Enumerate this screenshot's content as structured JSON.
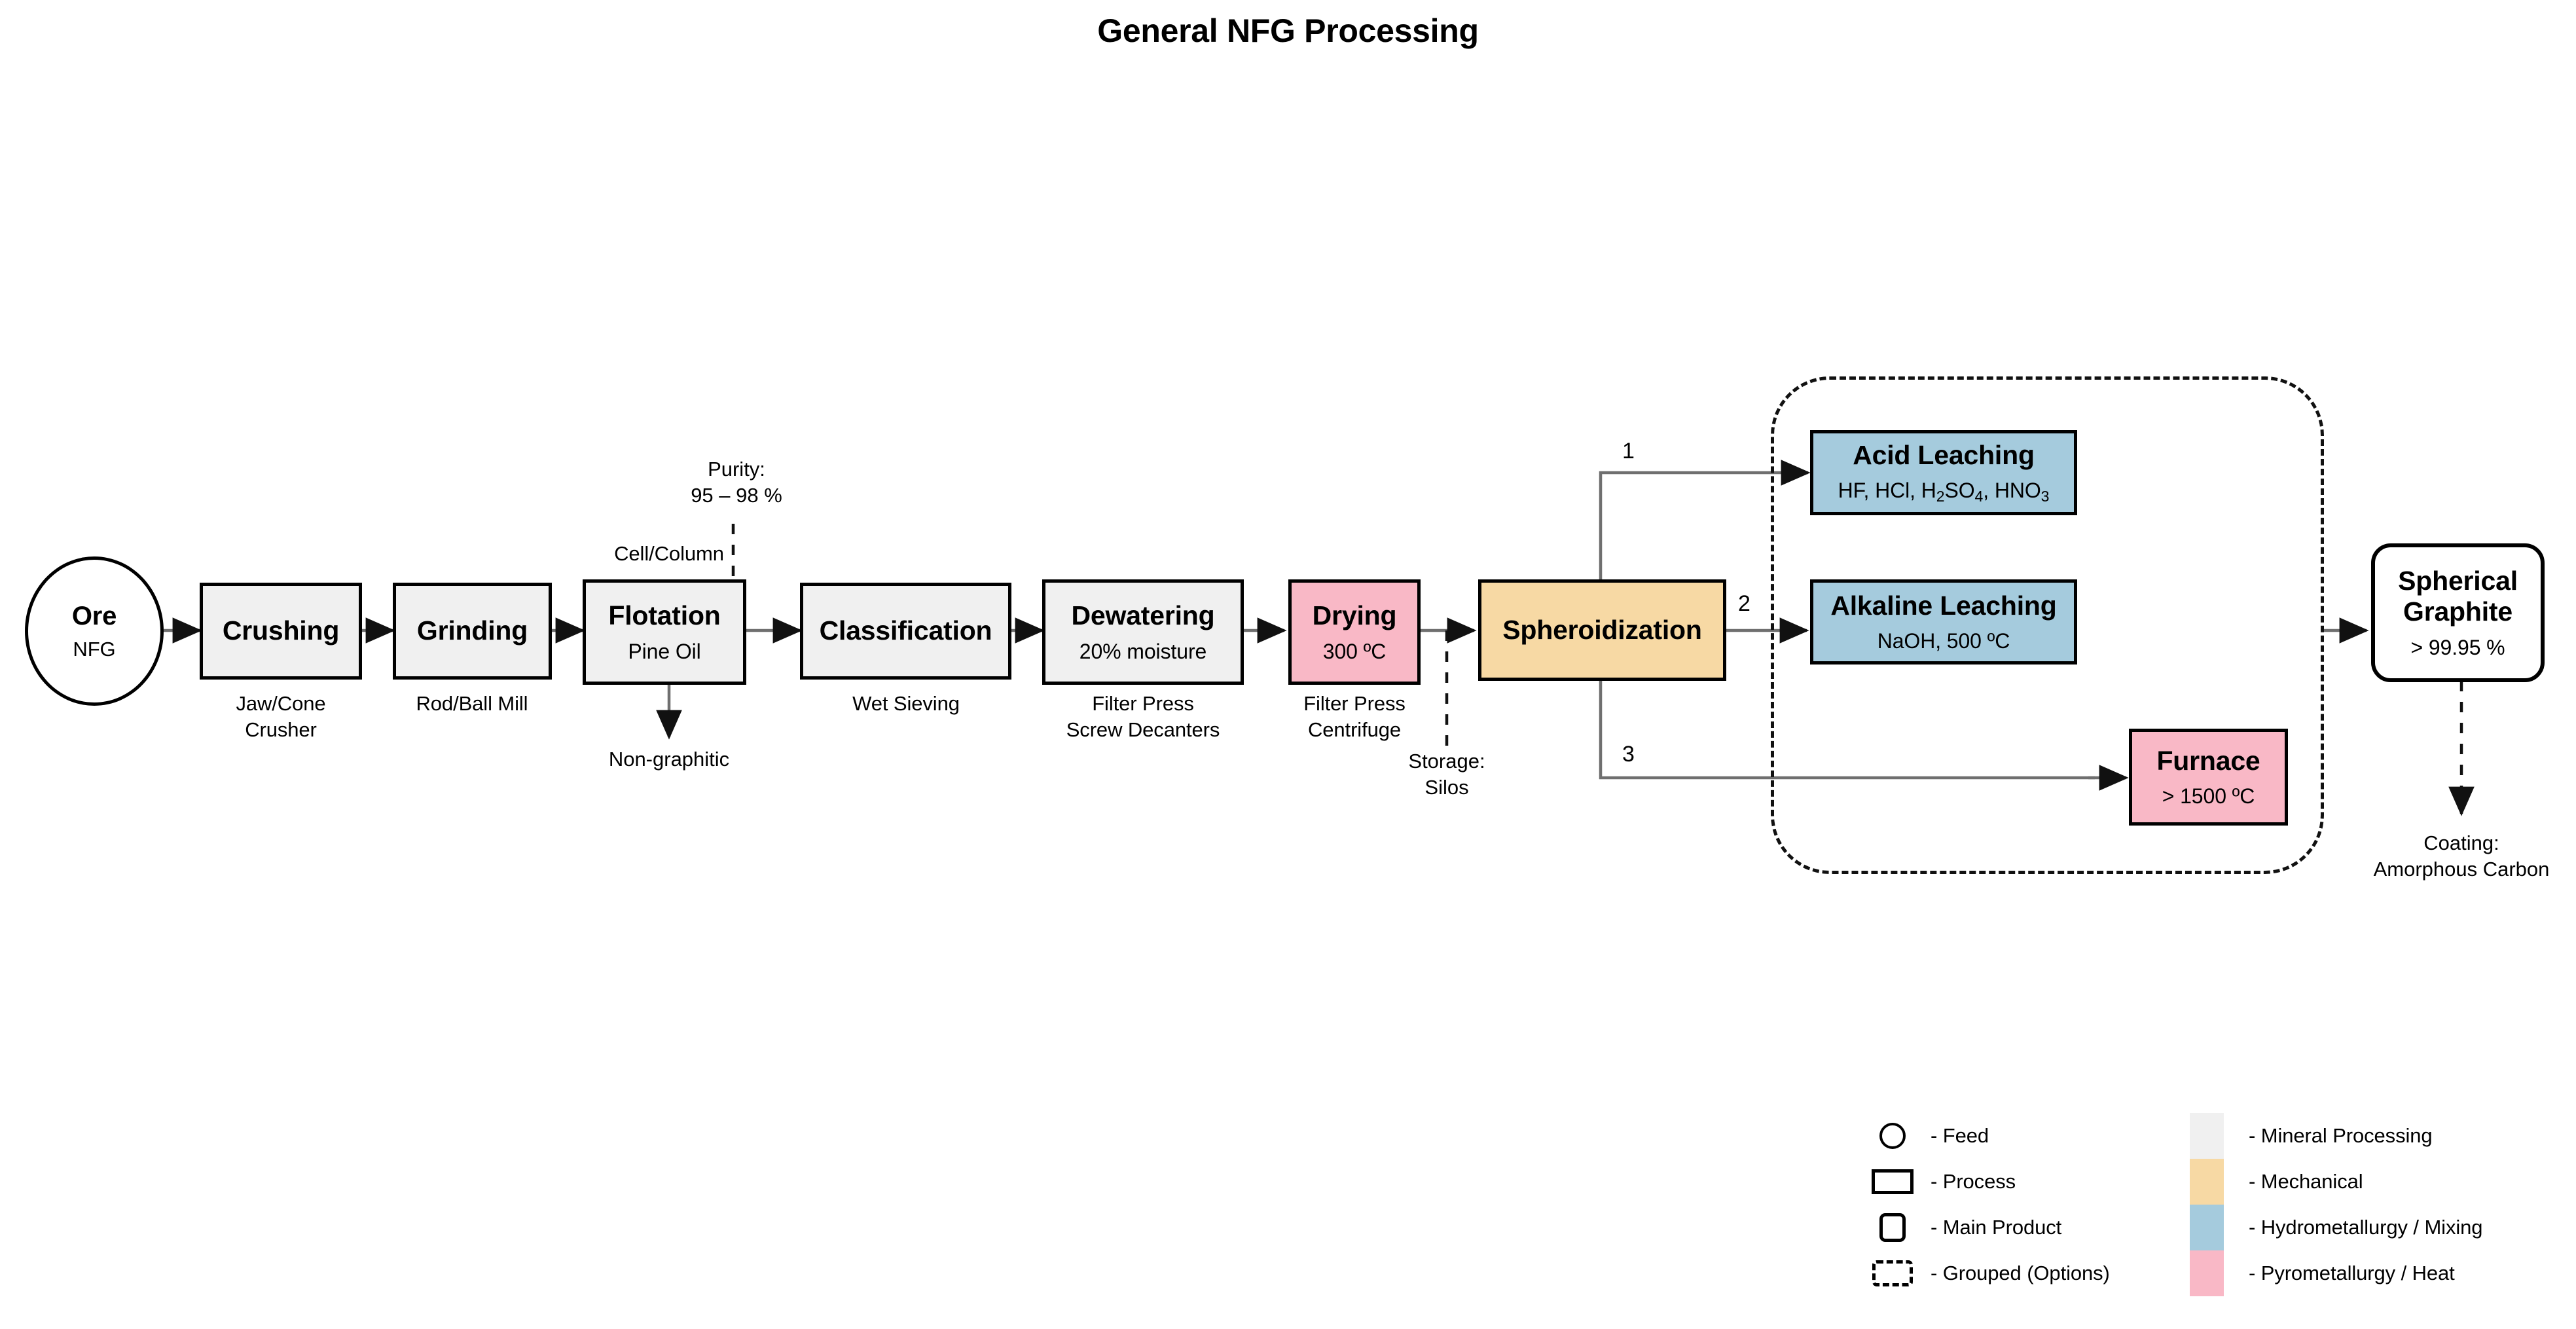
{
  "title": "General NFG Processing",
  "nodes": {
    "ore": {
      "title": "Ore",
      "sub": "NFG"
    },
    "crushing": {
      "title": "Crushing",
      "caption": "Jaw/Cone\nCrusher"
    },
    "grinding": {
      "title": "Grinding",
      "caption": "Rod/Ball Mill"
    },
    "flotation": {
      "title": "Flotation",
      "sub": "Pine Oil",
      "caption_top": "Cell/Column"
    },
    "classification": {
      "title": "Classification",
      "caption": "Wet Sieving"
    },
    "dewatering": {
      "title": "Dewatering",
      "sub": "20% moisture",
      "caption": "Filter Press\nScrew Decanters"
    },
    "drying": {
      "title": "Drying",
      "sub": "300 ºC",
      "caption": "Filter Press\nCentrifuge"
    },
    "spheroidization": {
      "title": "Spheroidization"
    },
    "acid_leaching": {
      "title": "Acid Leaching",
      "sub_html": "HF, HCl, H<sub>2</sub>SO<sub>4</sub>, HNO<sub>3</sub>"
    },
    "alkaline_leaching": {
      "title": "Alkaline Leaching",
      "sub": "NaOH, 500 ºC"
    },
    "furnace": {
      "title": "Furnace",
      "sub": "> 1500 ºC"
    },
    "spherical_graphite": {
      "title": "Spherical\nGraphite",
      "sub": "> 99.95 %"
    }
  },
  "annotations": {
    "purity": "Purity:\n95 – 98 %",
    "non_graphitic": "Non-graphitic",
    "storage": "Storage:\nSilos",
    "coating": "Coating:\nAmorphous Carbon"
  },
  "edge_labels": {
    "branch1": "1",
    "branch2": "2",
    "branch3": "3"
  },
  "legend": {
    "shapes": [
      {
        "glyph": "circle",
        "label": "- Feed"
      },
      {
        "glyph": "rect",
        "label": "- Process"
      },
      {
        "glyph": "rounded",
        "label": "- Main Product"
      },
      {
        "glyph": "dashed",
        "label": "- Grouped (Options)"
      }
    ],
    "colors": [
      {
        "color": "#f0f0f0",
        "label": "- Mineral Processing"
      },
      {
        "color": "#f7d9a4",
        "label": "- Mechanical"
      },
      {
        "color": "#a5cbdd",
        "label": "- Hydrometallurgy / Mixing"
      },
      {
        "color": "#f9b8c6",
        "label": "- Pyrometallurgy / Heat"
      }
    ]
  },
  "colors": {
    "mineral": "#f0f0f0",
    "mechanical": "#f7d9a4",
    "hydro": "#a5cbdd",
    "pyro": "#f9b8c6",
    "stroke": "#000000",
    "line": "#6f6f6f"
  }
}
